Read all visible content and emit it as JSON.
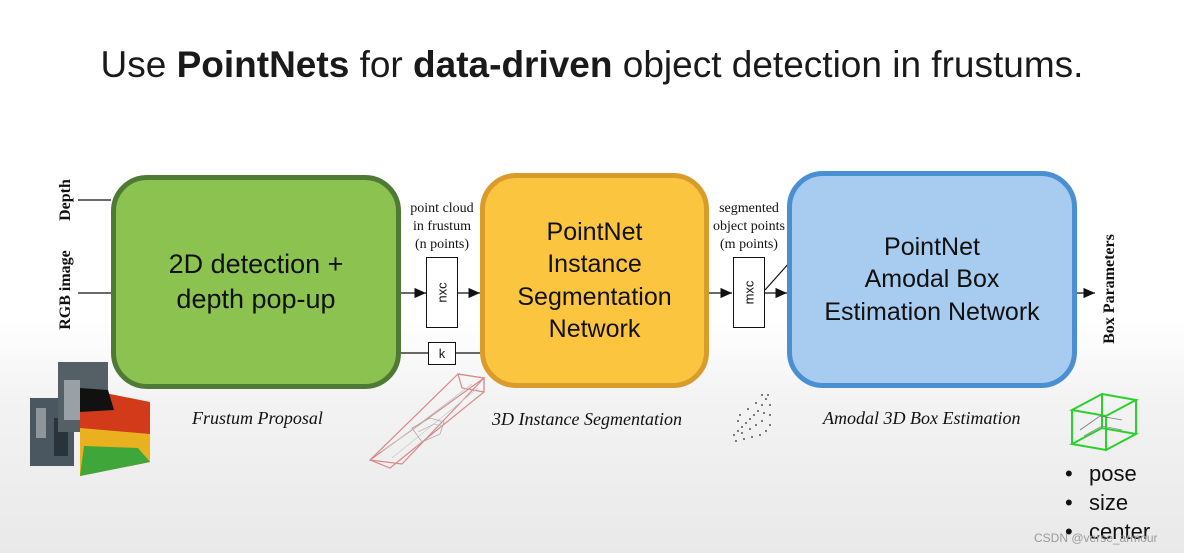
{
  "title": {
    "part1": "Use ",
    "bold1": "PointNets",
    "part2": " for ",
    "bold2": "data-driven",
    "part3": " object detection in frustums."
  },
  "inputs": {
    "depth": "Depth",
    "rgb": "RGB image"
  },
  "blocks": {
    "detection": {
      "line1": "2D detection +",
      "line2": "depth pop-up"
    },
    "segmentation": {
      "line1": "PointNet",
      "line2": "Instance",
      "line3": "Segmentation",
      "line4": "Network"
    },
    "estimation": {
      "line1": "PointNet",
      "line2": "Amodal Box",
      "line3": "Estimation Network"
    }
  },
  "notes": {
    "frustum": {
      "line1": "point cloud",
      "line2": "in frustum",
      "line3": "(n points)"
    },
    "segmented": {
      "line1": "segmented",
      "line2": "object points",
      "line3": "(m points)"
    }
  },
  "tensors": {
    "nxc": "nxc",
    "k": "k",
    "mxc": "mxc"
  },
  "stages": {
    "proposal": "Frustum Proposal",
    "segmentation": "3D Instance Segmentation",
    "estimation": "Amodal 3D Box Estimation"
  },
  "output": {
    "label": "Box Parameters",
    "bullets": [
      "pose",
      "size",
      "center"
    ],
    "bullet_symbol": "•"
  },
  "watermark": "CSDN @verse_armour",
  "colors": {
    "green_fill": "#8cc24f",
    "yellow_fill": "#fcc53f",
    "blue_fill": "#a8cbf0"
  }
}
